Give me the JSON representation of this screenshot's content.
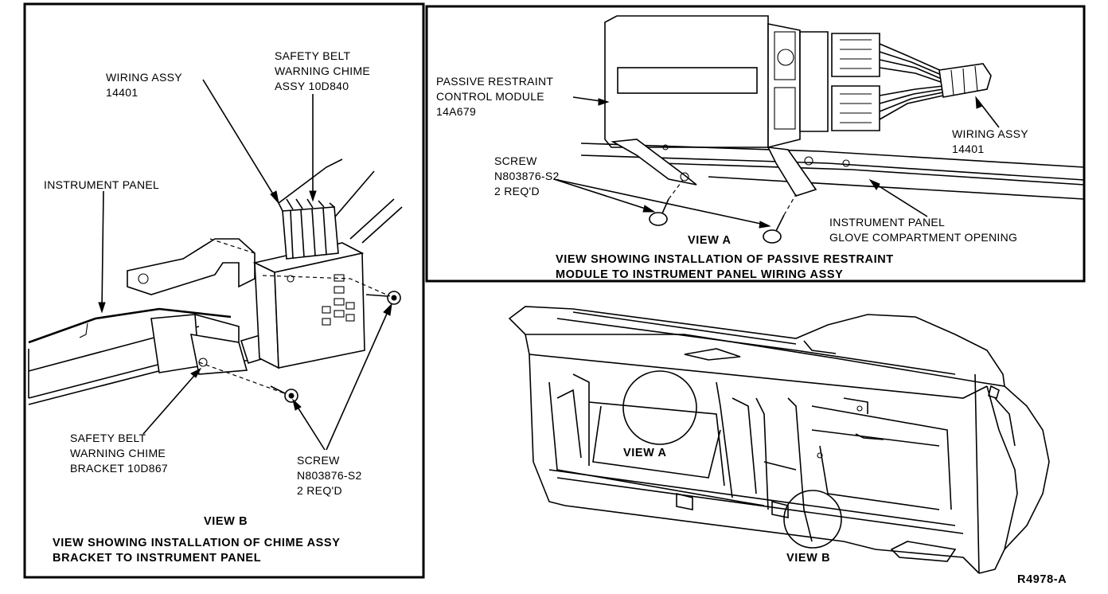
{
  "view_b_panel": {
    "label_wiring_assy": [
      "WIRING ASSY",
      "14401"
    ],
    "label_chime_assy": [
      "SAFETY BELT",
      "WARNING CHIME",
      "ASSY 10D840"
    ],
    "label_instrument_panel": "INSTRUMENT PANEL",
    "label_chime_bracket": [
      "SAFETY BELT",
      "WARNING CHIME",
      "BRACKET 10D867"
    ],
    "label_screw": [
      "SCREW",
      "N803876-S2",
      "2 REQ'D"
    ],
    "view_title": "VIEW B",
    "caption": [
      "VIEW SHOWING INSTALLATION OF CHIME ASSY",
      "BRACKET TO INSTRUMENT PANEL"
    ]
  },
  "view_a_panel": {
    "label_module": [
      "PASSIVE RESTRAINT",
      "CONTROL MODULE",
      "14A679"
    ],
    "label_screw": [
      "SCREW",
      "N803876-S2",
      "2 REQ'D"
    ],
    "label_wiring_assy": [
      "WIRING ASSY",
      "14401"
    ],
    "label_ip_opening": [
      "INSTRUMENT PANEL",
      "GLOVE COMPARTMENT OPENING"
    ],
    "view_title": "VIEW A",
    "caption": [
      "VIEW SHOWING INSTALLATION OF PASSIVE RESTRAINT",
      "MODULE TO INSTRUMENT PANEL WIRING ASSY"
    ]
  },
  "overview_panel": {
    "callout_view_a": "VIEW A",
    "callout_view_b": "VIEW B",
    "figure_id": "R4978-A"
  },
  "colors": {
    "ink": "#000000",
    "paper": "#ffffff"
  }
}
